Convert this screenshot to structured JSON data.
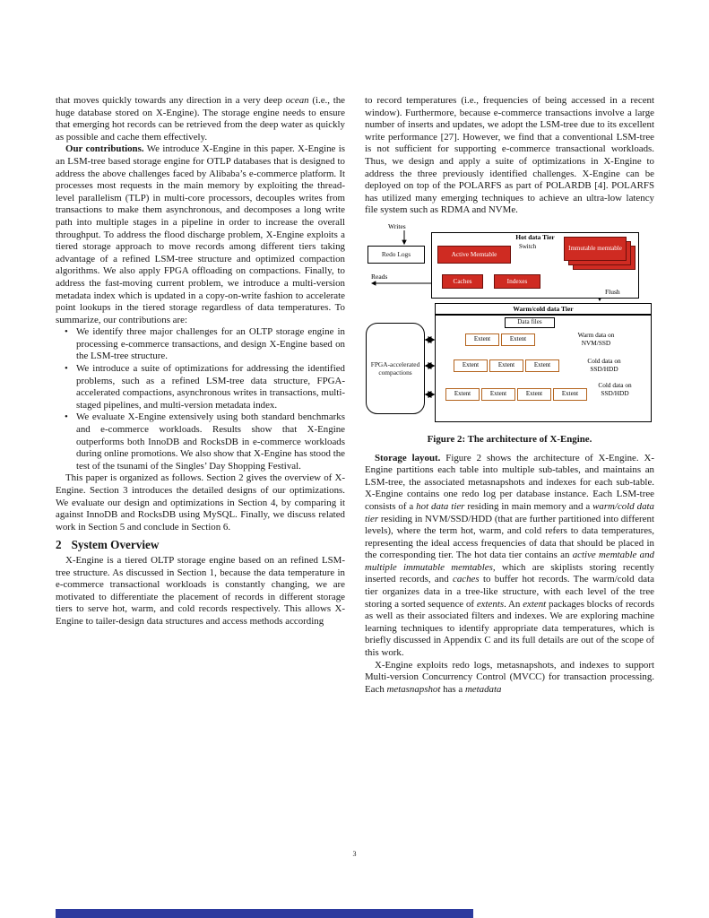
{
  "page": {
    "number": "3"
  },
  "colors": {
    "memtable_red": "#cf2b22",
    "memtable_border": "#6d0f0a",
    "extent_border": "#b4641e",
    "bottom_strip_blue": "#2c3a9e"
  },
  "left_column": {
    "bullet_char": "•",
    "p1": [
      "that moves quickly towards any direction in a very deep ",
      {
        "t": "ocean",
        "s": "i"
      },
      " (i.e., the huge database stored on X-Engine). The storage engine needs to ensure that emerging hot records can be retrieved from the deep water as quickly as possible and cache them effectively."
    ],
    "p2": [
      {
        "t": "Our contributions.",
        "s": "b"
      },
      " We introduce X-Engine in this paper. X-Engine is an LSM-tree based storage engine for OTLP databases that is designed to address the above challenges faced by Alibaba’s e-commerce platform. It processes most requests in the main memory by exploiting the thread-level parallelism (TLP) in multi-core processors, decouples writes from transactions to make them asynchronous, and decomposes a long write path into multiple stages in a pipeline in order to increase the overall throughput. To address the flood discharge problem, X-Engine exploits a tiered storage approach to move records among different tiers taking advantage of a refined LSM-tree structure and optimized compaction algorithms. We also apply FPGA offloading on compactions. Finally, to address the fast-moving current problem, we introduce a multi-version metadata index which is updated in a copy-on-write fashion to accelerate point lookups in the tiered storage regardless of data temperatures. To summarize, our contributions are:"
    ],
    "bullets": [
      "We identify three major challenges for an OLTP storage engine in processing e-commerce transactions, and design X-Engine based on the LSM-tree structure.",
      "We introduce a suite of optimizations for addressing the identified problems, such as a refined LSM-tree data structure, FPGA-accelerated compactions, asynchronous writes in transactions, multi-staged pipelines, and multi-version metadata index.",
      "We evaluate X-Engine extensively using both standard benchmarks and e-commerce workloads. Results show that X-Engine outperforms both InnoDB and RocksDB in e-commerce workloads during online promotions. We also show that X-Engine has stood the test of the tsunami of the Singles’ Day Shopping Festival."
    ],
    "p3": "This paper is organized as follows. Section 2 gives the overview of X-Engine. Section 3 introduces the detailed designs of our optimizations. We evaluate our design and optimizations in Section 4, by comparing it against InnoDB and RocksDB using MySQL. Finally, we discuss related work in Section 5 and conclude in Section 6.",
    "section_heading": {
      "number": "2",
      "title": "System Overview"
    },
    "p4": "X-Engine is a tiered OLTP storage engine based on an refined LSM-tree structure. As discussed in Section 1, because the data temperature in e-commerce transactional workloads is constantly changing, we are motivated to differentiate the placement of records in different storage tiers to serve hot, warm, and cold records respectively. This allows X-Engine to tailer-design data structures and access methods according"
  },
  "right_column": {
    "p1": "to record temperatures (i.e., frequencies of being accessed in a recent window). Furthermore, because e-commerce transactions involve a large number of inserts and updates, we adopt the LSM-tree due to its excellent write performance [27]. However, we find that a conventional LSM-tree is not sufficient for supporting e-commerce transactional workloads. Thus, we design and apply a suite of optimizations in X-Engine to address the three previously identified challenges. X-Engine can be deployed on top of the POLARFS as part of POLARDB [4]. POLARFS has utilized many emerging techniques to achieve an ultra-low latency file system such as RDMA and NVMe.",
    "figure": {
      "caption": "Figure 2: The architecture of X-Engine.",
      "labels": {
        "writes": "Writes",
        "hot_tier": "Hot data Tier",
        "redo_logs": "Redo Logs",
        "active_memtable": "Active Memtable",
        "switch": "Switch",
        "immutable_memtable": "Immutable memtable",
        "caches": "Caches",
        "indexes": "Indexes",
        "reads": "Reads",
        "flush": "Flush",
        "warm_cold_tier": "Warm/cold data Tier",
        "data_files": "Data files",
        "extent": "Extent",
        "warm_data": "Warm data on NVM/SSD",
        "cold_data_1": "Cold data on SSD/HDD",
        "cold_data_2": "Cold data on SSD/HDD",
        "fpga": "FPGA-accelerated compactions"
      }
    },
    "p2": [
      {
        "t": "Storage layout.",
        "s": "b"
      },
      " Figure 2 shows the architecture of X-Engine. X-Engine partitions each table into multiple sub-tables, and maintains an LSM-tree, the associated metasnapshots and indexes for each sub-table. X-Engine contains one redo log per database instance. Each LSM-tree consists of a ",
      {
        "t": "hot data tier",
        "s": "i"
      },
      " residing in main memory and a ",
      {
        "t": "warm/cold data tier",
        "s": "i"
      },
      " residing in NVM/SSD/HDD (that are further partitioned into different levels), where the term hot, warm, and cold refers to data temperatures, representing the ideal access frequencies of data that should be placed in the corresponding tier. The hot data tier contains an ",
      {
        "t": "active memtable and multiple immutable memtables",
        "s": "i"
      },
      ", which are skiplists storing recently inserted records, and ",
      {
        "t": "caches",
        "s": "i"
      },
      " to buffer hot records. The warm/cold data tier organizes data in a tree-like structure, with each level of the tree storing a sorted sequence of ",
      {
        "t": "extents",
        "s": "i"
      },
      ". An ",
      {
        "t": "extent",
        "s": "i"
      },
      " packages blocks of records as well as their associated filters and indexes. We are exploring machine learning techniques to identify appropriate data temperatures, which is briefly discussed in Appendix C and its full details are out of the scope of this work."
    ],
    "p3": [
      "X-Engine exploits redo logs, metasnapshots, and indexes to support Multi-version Concurrency Control (MVCC) for transaction processing. Each ",
      {
        "t": "metasnapshot",
        "s": "i"
      },
      " has a ",
      {
        "t": "metadata",
        "s": "i"
      }
    ]
  }
}
